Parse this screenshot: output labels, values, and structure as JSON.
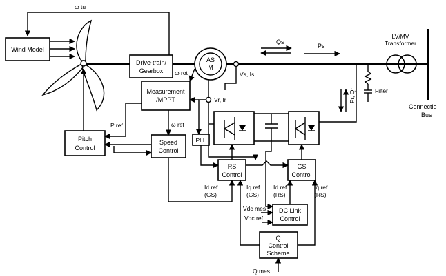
{
  "labels": {
    "omega_tu": "ω tu",
    "wind_model": "Wind Model",
    "drivetrain_1": "Drive-train/",
    "drivetrain_2": "Gearbox",
    "asm_1": "AS",
    "asm_2": "M",
    "omega_rot": "ω rot",
    "vs_is": "Vs, Is",
    "vr_ir": "Vr, Ir",
    "measurement_1": "Measurement",
    "measurement_2": "/MPPT",
    "omega_ref": "ω ref",
    "p_ref": "P ref",
    "pitch_1": "Pitch",
    "pitch_2": "Control",
    "speed_1": "Speed",
    "speed_2": "Control",
    "pll": "PLL",
    "rs_1": "RS",
    "rs_2": "Control",
    "gs_1": "GS",
    "gs_2": "Control",
    "qs": "Qs",
    "ps": "Ps",
    "transformer_1": "LV/MV",
    "transformer_2": "Transformer",
    "filter": "Filter",
    "pr_qr": "Pr, Qr",
    "bus_1": "Connectio",
    "bus_2": "Bus",
    "id_ref_gs_1": "Id ref",
    "id_ref_gs_2": "(GS)",
    "iq_ref_gs_1": "Iq ref",
    "iq_ref_gs_2": "(GS)",
    "id_ref_rs_1": "Id ref",
    "id_ref_rs_2": "(RS)",
    "iq_ref_rs_1": "Iq ref",
    "iq_ref_rs_2": "(RS)",
    "vdc_mes": "Vdc mes",
    "vdc_ref": "Vdc ref",
    "dclink_1": "DC Link",
    "dclink_2": "Control",
    "q_1": "Q",
    "q_2": "Control",
    "q_3": "Scheme",
    "q_mes": "Q mes"
  }
}
